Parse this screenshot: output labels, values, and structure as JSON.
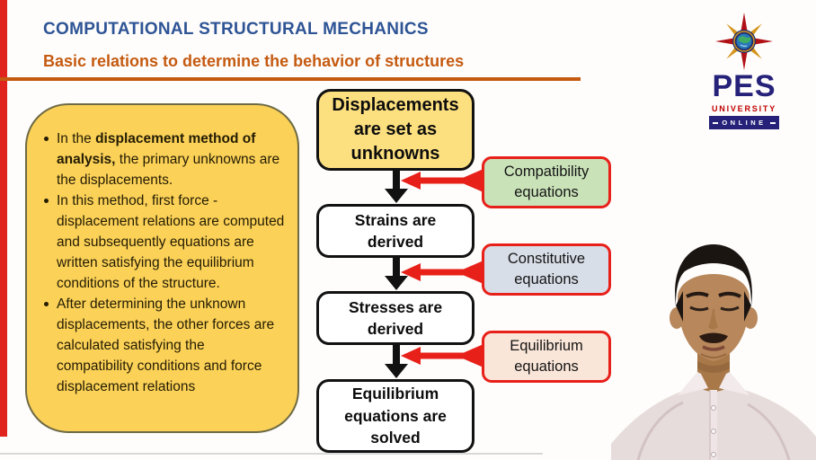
{
  "header": {
    "title": "COMPUTATIONAL STRUCTURAL MECHANICS",
    "subtitle": "Basic relations to determine the behavior of structures",
    "title_color": "#2e5496",
    "accent_color": "#c55a11"
  },
  "notes": {
    "fill_color": "#fbd157",
    "bullets": [
      {
        "pre": "In the ",
        "bold": "displacement method of analysis,",
        "post": " the primary unknowns are the displacements."
      },
      {
        "text": "In this method, first force - displacement relations are computed and subsequently equations are written satisfying the equilibrium conditions of the structure."
      },
      {
        "text": "After determining the unknown displacements, the other forces are calculated satisfying the compatibility conditions and force displacement relations"
      }
    ]
  },
  "flowchart": {
    "steps": [
      {
        "label": "Displacements are set as unknowns",
        "fill": "#fcdf7e"
      },
      {
        "label": "Strains are derived",
        "fill": "#ffffff"
      },
      {
        "label": "Stresses are derived",
        "fill": "#ffffff"
      },
      {
        "label": "Equilibrium equations are solved",
        "fill": "#ffffff"
      }
    ],
    "annotations": [
      {
        "label": "Compatibility equations",
        "fill": "#c9e2b8"
      },
      {
        "label": "Constitutive equations",
        "fill": "#d8dee8"
      },
      {
        "label": "Equilibrium equations",
        "fill": "#fae6d9"
      }
    ],
    "flow_arrow_color": "#111111",
    "callout_arrow_color": "#e8201a"
  },
  "logo": {
    "acronym": "PES",
    "university": "UNIVERSITY",
    "online": "ONLINE",
    "navy": "#26227a",
    "red": "#c00000"
  },
  "accents": {
    "left_bar_color": "#e0231c"
  }
}
